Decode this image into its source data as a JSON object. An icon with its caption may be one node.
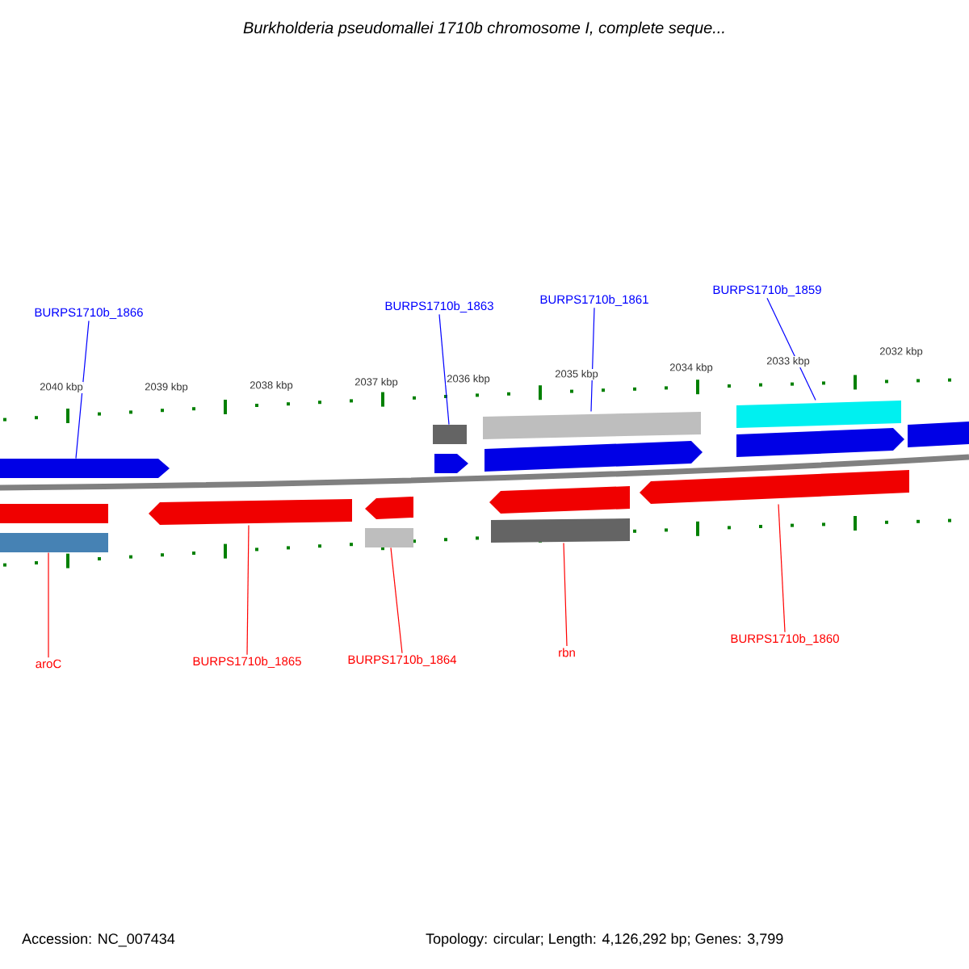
{
  "diagram": {
    "title": "Burkholderia pseudomallei 1710b chromosome I, complete seque...",
    "nodes": [
      {
        "text": [
          "BURPS1710b_1866"
        ]
      },
      {
        "text": [
          "BURPS1710b_1863"
        ]
      },
      {
        "text": [
          "BURPS1710b_1861"
        ]
      },
      {
        "text": [
          "BURPS1710b_1859"
        ]
      },
      {
        "text": [
          "aroC"
        ]
      },
      {
        "text": [
          "BURPS1710b_1865"
        ]
      },
      {
        "text": [
          "BURPS1710b_1864"
        ]
      },
      {
        "text": [
          "rbn"
        ]
      },
      {
        "text": [
          "BURPS1710b_1860"
        ]
      },
      {
        "text": [],
        "shape": "pentagon"
      },
      {
        "text": [],
        "shape": "pentagon"
      },
      {
        "text": [],
        "shape": "pentagon"
      },
      {
        "text": [],
        "shape": "pentagon"
      },
      {
        "text": [],
        "shape": "bar"
      },
      {
        "text": [],
        "shape": "bar"
      },
      {
        "text": [],
        "shape": "bar"
      },
      {
        "text": [],
        "shape": "bar"
      },
      {
        "text": [],
        "shape": "bar"
      },
      {
        "text": [],
        "shape": "pentagon"
      },
      {
        "text": [],
        "shape": "pentagon"
      },
      {
        "text": [],
        "shape": "pentagon"
      },
      {
        "text": [],
        "shape": "pentagon"
      },
      {
        "text": [],
        "shape": "bar"
      },
      {
        "text": [],
        "shape": "bar"
      },
      {
        "text": [],
        "shape": "bar"
      }
    ],
    "edges": [
      {
        "from": 0,
        "to": 9,
        "arrow": "none",
        "color": "#0000ff"
      },
      {
        "from": 1,
        "to": 14,
        "arrow": "none",
        "color": "#0000ff"
      },
      {
        "from": 2,
        "to": 15,
        "arrow": "none",
        "color": "#0000ff"
      },
      {
        "from": 3,
        "to": 16,
        "arrow": "none",
        "color": "#0000ff"
      },
      {
        "from": 4,
        "to": 22,
        "arrow": "none"
      },
      {
        "from": 5,
        "to": 18,
        "arrow": "none"
      },
      {
        "from": 6,
        "to": 23,
        "arrow": "none"
      },
      {
        "from": 7,
        "to": 24,
        "arrow": "none"
      },
      {
        "from": 8,
        "to": 21,
        "arrow": "none"
      }
    ],
    "labels": [
      "2040 kbp",
      "2039 kbp",
      "2038 kbp",
      "2037 kbp",
      "2036 kbp",
      "2035 kbp",
      "2034 kbp",
      "2033 kbp",
      "2032 kbp",
      "Accession: NC_007434",
      "Topology: circular; Length: 4,126,292 bp; Genes: 3,799"
    ]
  }
}
